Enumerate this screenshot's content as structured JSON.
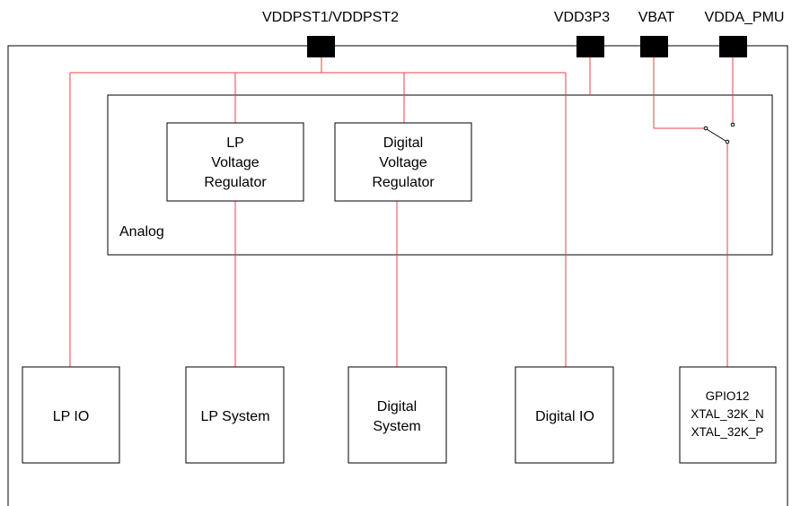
{
  "pins": {
    "vddpst": "VDDPST1/VDDPST2",
    "vdd3p3": "VDD3P3",
    "vbat": "VBAT",
    "vdda_pmu": "VDDA_PMU"
  },
  "analog": {
    "label": "Analog",
    "lp_regulator": [
      "LP",
      "Voltage",
      "Regulator"
    ],
    "digital_regulator": [
      "Digital",
      "Voltage",
      "Regulator"
    ]
  },
  "blocks": {
    "lp_io": "LP IO",
    "lp_system": "LP System",
    "digital_system": [
      "Digital",
      "System"
    ],
    "digital_io": "Digital IO",
    "gpio": [
      "GPIO12",
      "XTAL_32K_N",
      "XTAL_32K_P"
    ]
  },
  "colors": {
    "wire": "#e8404a",
    "outline": "#000000",
    "pin_fill": "#000000"
  }
}
